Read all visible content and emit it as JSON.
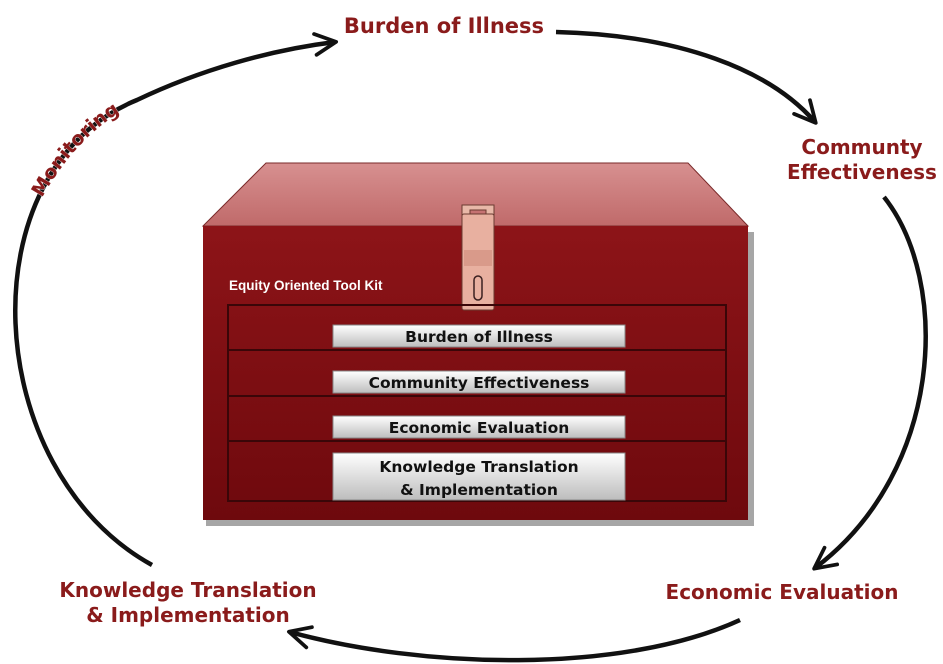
{
  "cycle": {
    "top": "Burden of Illness",
    "right_line1": "Communty",
    "right_line2": "Effectiveness",
    "bottom_right": "Economic Evaluation",
    "bottom_left_line1": "Knowledge Translation",
    "bottom_left_line2": "& Implementation",
    "left_arc": "Monitoring"
  },
  "toolbox": {
    "title": "Equity Oriented Tool Kit",
    "drawers": [
      {
        "line1": "Burden of Illness"
      },
      {
        "line1": "Community Effectiveness"
      },
      {
        "line1": "Economic Evaluation"
      },
      {
        "line1": "Knowledge Translation",
        "line2": "& Implementation"
      }
    ]
  },
  "colors": {
    "accent": "#8a1b1b",
    "box_body": "#7e0c10",
    "box_lid": "#c97c7c",
    "drawer_line": "#3a0608"
  }
}
